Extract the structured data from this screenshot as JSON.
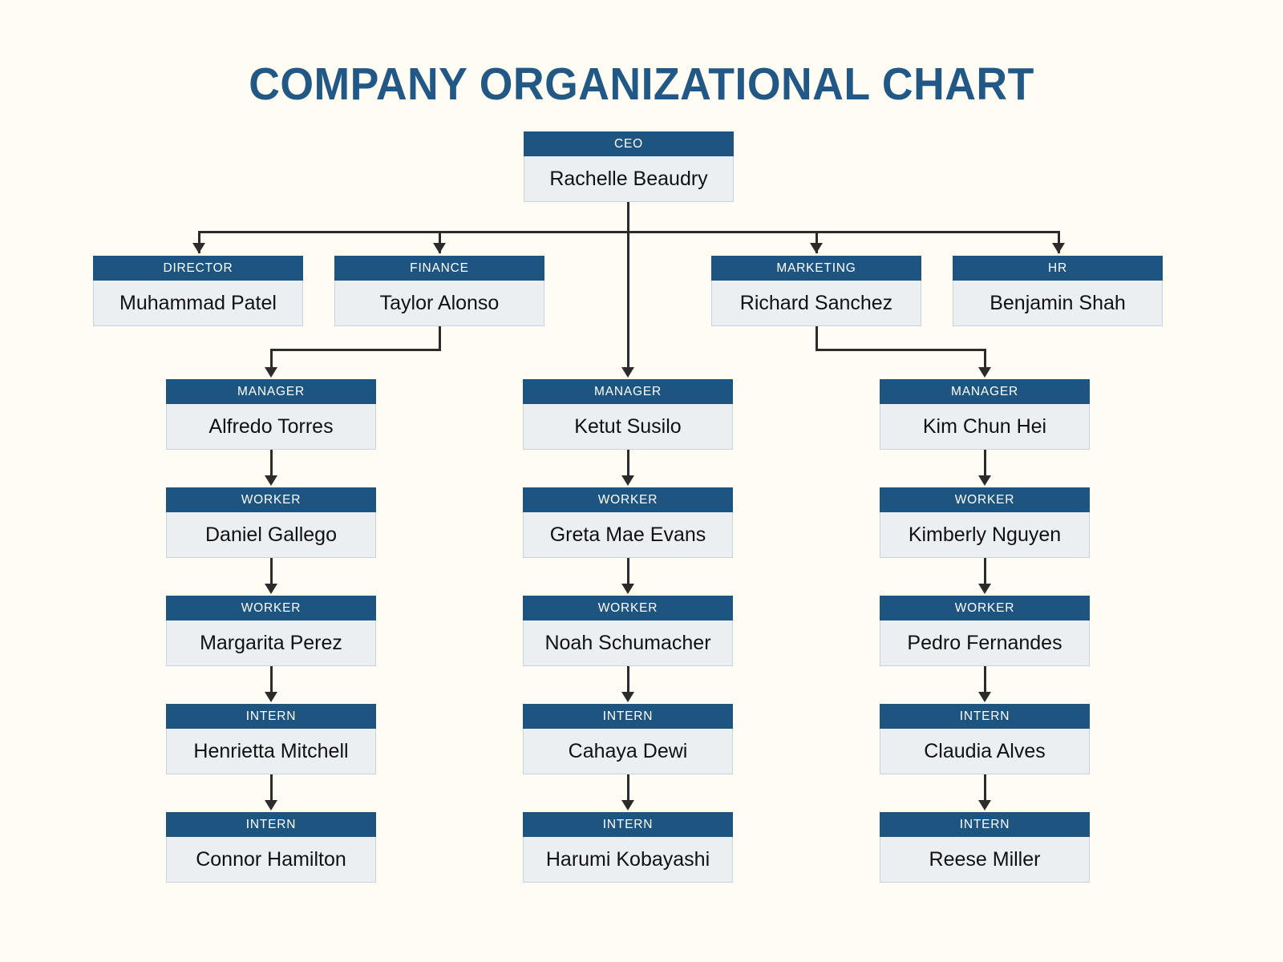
{
  "page": {
    "title": "COMPANY ORGANIZATIONAL CHART",
    "background_color": "#FFFDF3",
    "accent_color": "#1D5480",
    "title_color": "#215886",
    "body_color": "#ECEFF2",
    "connector_color": "#2B2B2B"
  },
  "nodes": {
    "ceo": {
      "role": "CEO",
      "name": "Rachelle Beaudry"
    },
    "director": {
      "role": "DIRECTOR",
      "name": "Muhammad Patel"
    },
    "finance": {
      "role": "FINANCE",
      "name": "Taylor Alonso"
    },
    "marketing": {
      "role": "MARKETING",
      "name": "Richard Sanchez"
    },
    "hr": {
      "role": "HR",
      "name": "Benjamin Shah"
    },
    "manager_1": {
      "role": "MANAGER",
      "name": "Alfredo Torres"
    },
    "worker_1a": {
      "role": "WORKER",
      "name": "Daniel Gallego"
    },
    "worker_1b": {
      "role": "WORKER",
      "name": "Margarita Perez"
    },
    "intern_1a": {
      "role": "INTERN",
      "name": "Henrietta Mitchell"
    },
    "intern_1b": {
      "role": "INTERN",
      "name": "Connor Hamilton"
    },
    "manager_2": {
      "role": "MANAGER",
      "name": "Ketut Susilo"
    },
    "worker_2a": {
      "role": "WORKER",
      "name": "Greta Mae Evans"
    },
    "worker_2b": {
      "role": "WORKER",
      "name": "Noah Schumacher"
    },
    "intern_2a": {
      "role": "INTERN",
      "name": "Cahaya Dewi"
    },
    "intern_2b": {
      "role": "INTERN",
      "name": "Harumi Kobayashi"
    },
    "manager_3": {
      "role": "MANAGER",
      "name": "Kim Chun Hei"
    },
    "worker_3a": {
      "role": "WORKER",
      "name": "Kimberly Nguyen"
    },
    "worker_3b": {
      "role": "WORKER",
      "name": "Pedro Fernandes"
    },
    "intern_3a": {
      "role": "INTERN",
      "name": "Claudia Alves"
    },
    "intern_3b": {
      "role": "INTERN",
      "name": "Reese Miller"
    }
  },
  "chart_data": {
    "type": "diagram",
    "diagram_type": "organizational-chart",
    "title": "COMPANY ORGANIZATIONAL CHART",
    "levels": 7,
    "nodes": [
      {
        "id": "ceo",
        "role": "CEO",
        "name": "Rachelle Beaudry",
        "level": 0,
        "parent": null
      },
      {
        "id": "director",
        "role": "DIRECTOR",
        "name": "Muhammad Patel",
        "level": 1,
        "parent": "ceo"
      },
      {
        "id": "finance",
        "role": "FINANCE",
        "name": "Taylor Alonso",
        "level": 1,
        "parent": "ceo"
      },
      {
        "id": "marketing",
        "role": "MARKETING",
        "name": "Richard Sanchez",
        "level": 1,
        "parent": "ceo"
      },
      {
        "id": "hr",
        "role": "HR",
        "name": "Benjamin Shah",
        "level": 1,
        "parent": "ceo"
      },
      {
        "id": "manager_1",
        "role": "MANAGER",
        "name": "Alfredo Torres",
        "level": 2,
        "parent": "finance"
      },
      {
        "id": "manager_2",
        "role": "MANAGER",
        "name": "Ketut Susilo",
        "level": 2,
        "parent": "ceo"
      },
      {
        "id": "manager_3",
        "role": "MANAGER",
        "name": "Kim Chun Hei",
        "level": 2,
        "parent": "marketing"
      },
      {
        "id": "worker_1a",
        "role": "WORKER",
        "name": "Daniel Gallego",
        "level": 3,
        "parent": "manager_1"
      },
      {
        "id": "worker_2a",
        "role": "WORKER",
        "name": "Greta Mae Evans",
        "level": 3,
        "parent": "manager_2"
      },
      {
        "id": "worker_3a",
        "role": "WORKER",
        "name": "Kimberly Nguyen",
        "level": 3,
        "parent": "manager_3"
      },
      {
        "id": "worker_1b",
        "role": "WORKER",
        "name": "Margarita Perez",
        "level": 4,
        "parent": "worker_1a"
      },
      {
        "id": "worker_2b",
        "role": "WORKER",
        "name": "Noah Schumacher",
        "level": 4,
        "parent": "worker_2a"
      },
      {
        "id": "worker_3b",
        "role": "WORKER",
        "name": "Pedro Fernandes",
        "level": 4,
        "parent": "worker_3a"
      },
      {
        "id": "intern_1a",
        "role": "INTERN",
        "name": "Henrietta Mitchell",
        "level": 5,
        "parent": "worker_1b"
      },
      {
        "id": "intern_2a",
        "role": "INTERN",
        "name": "Cahaya Dewi",
        "level": 5,
        "parent": "worker_2b"
      },
      {
        "id": "intern_3a",
        "role": "INTERN",
        "name": "Claudia Alves",
        "level": 5,
        "parent": "worker_3b"
      },
      {
        "id": "intern_1b",
        "role": "INTERN",
        "name": "Connor Hamilton",
        "level": 6,
        "parent": "intern_1a"
      },
      {
        "id": "intern_2b",
        "role": "INTERN",
        "name": "Harumi Kobayashi",
        "level": 6,
        "parent": "intern_2a"
      },
      {
        "id": "intern_3b",
        "role": "INTERN",
        "name": "Reese Miller",
        "level": 6,
        "parent": "intern_3a"
      }
    ],
    "columns": [
      "left",
      "center",
      "right"
    ],
    "legend": [],
    "annotations": []
  }
}
